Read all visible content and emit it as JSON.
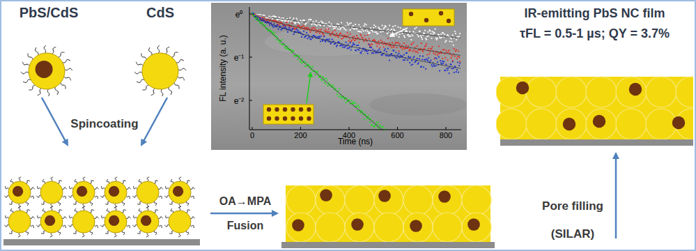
{
  "diagram": {
    "nodes": [
      {
        "text": [
          "PbS/CdS"
        ]
      },
      {
        "text": [
          "CdS"
        ]
      },
      {
        "text": [
          "IR-emitting PbS NC film",
          "τFL = 0.5-1 µs; QY = 3.7%"
        ]
      }
    ],
    "labels": [
      "Spincoating",
      "OA→MPA",
      "Fusion",
      "Pore filling",
      "(SILAR)",
      "FL intensity (a. u.)",
      "Time (ns)",
      "0",
      "200",
      "400",
      "600",
      "800",
      "e⁰",
      "e⁻¹",
      "e⁻²"
    ]
  }
}
